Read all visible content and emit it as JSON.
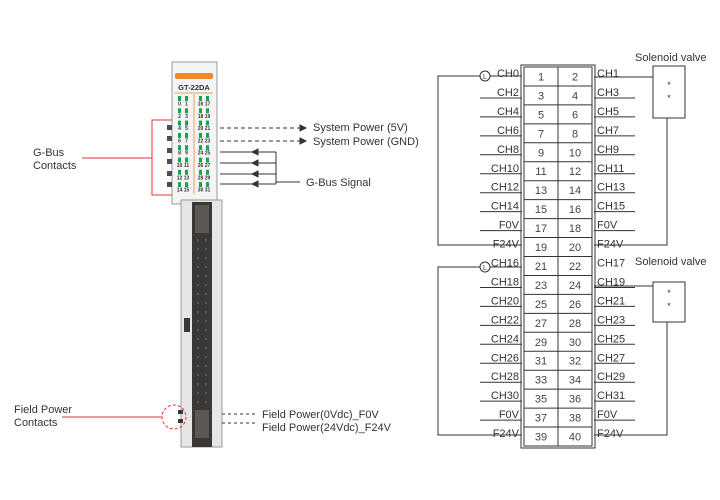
{
  "module": {
    "name": "GT-22DA",
    "led_labels": [
      [
        "0",
        "1",
        "16",
        "17"
      ],
      [
        "2",
        "3",
        "18",
        "19"
      ],
      [
        "4",
        "5",
        "20",
        "21"
      ],
      [
        "6",
        "7",
        "22",
        "23"
      ],
      [
        "8",
        "9",
        "24",
        "25"
      ],
      [
        "10",
        "11",
        "26",
        "27"
      ],
      [
        "12",
        "13",
        "28",
        "29"
      ],
      [
        "14",
        "15",
        "30",
        "31"
      ]
    ]
  },
  "annotations": {
    "gbus_contacts": [
      "G-Bus",
      "Contacts"
    ],
    "system_power_5v": "System Power (5V)",
    "system_power_gnd": "System Power (GND)",
    "gbus_signal": "G-Bus Signal",
    "field_power_contacts": [
      "Field Power",
      "Contacts"
    ],
    "field_power_0v": "Field Power(0Vdc)_F0V",
    "field_power_24v": "Field Power(24Vdc)_F24V"
  },
  "terminal": {
    "left_labels": [
      "CH0",
      "CH2",
      "CH4",
      "CH6",
      "CH8",
      "CH10",
      "CH12",
      "CH14",
      "F0V",
      "F24V",
      "CH16",
      "CH18",
      "CH20",
      "CH22",
      "CH24",
      "CH26",
      "CH28",
      "CH30",
      "F0V",
      "F24V"
    ],
    "right_labels": [
      "CH1",
      "CH3",
      "CH5",
      "CH7",
      "CH9",
      "CH11",
      "CH13",
      "CH15",
      "F0V",
      "F24V",
      "CH17",
      "CH19",
      "CH21",
      "CH23",
      "CH25",
      "CH27",
      "CH29",
      "CH31",
      "F0V",
      "F24V"
    ],
    "left_pins": [
      "1",
      "3",
      "5",
      "7",
      "9",
      "11",
      "13",
      "15",
      "17",
      "19",
      "21",
      "23",
      "25",
      "27",
      "29",
      "31",
      "33",
      "35",
      "37",
      "39"
    ],
    "right_pins": [
      "2",
      "4",
      "6",
      "8",
      "10",
      "12",
      "14",
      "16",
      "18",
      "20",
      "22",
      "24",
      "26",
      "28",
      "30",
      "32",
      "34",
      "36",
      "38",
      "40"
    ]
  },
  "loads": {
    "lamp_symbol": "L",
    "valve_label": "Solenoid valve",
    "valve_mark": "*"
  },
  "colors": {
    "accent_red": "#e8303a",
    "led_green": "#1aa34a",
    "orange": "#f08a24",
    "connector": "#3a3836"
  }
}
